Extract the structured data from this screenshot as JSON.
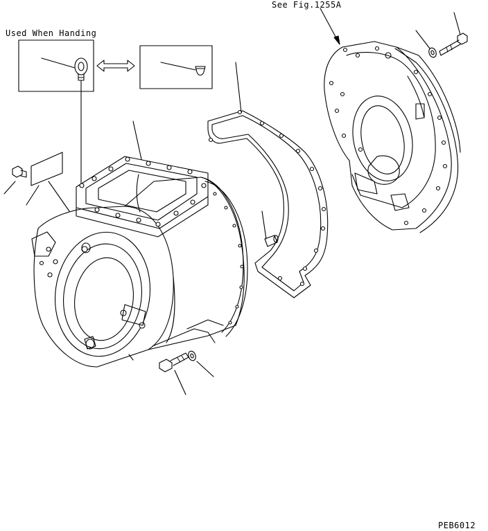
{
  "labels": {
    "see_fig": "See Fig.1255A",
    "used_when_handing": "Used When Handing",
    "drawing_code": "PEB6012"
  }
}
